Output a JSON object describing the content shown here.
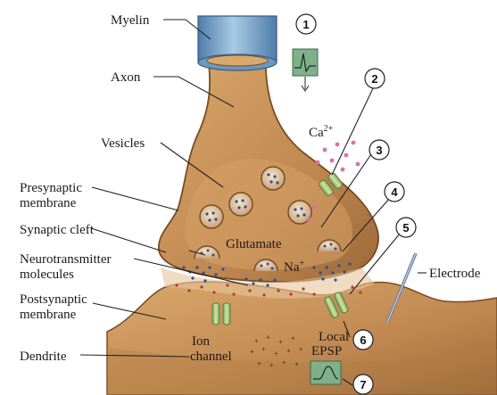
{
  "labels": {
    "myelin": "Myelin",
    "axon": "Axon",
    "vesicles": "Vesicles",
    "presynaptic_1": "Presynaptic",
    "presynaptic_2": "membrane",
    "synaptic_cleft": "Synaptic cleft",
    "neurotransmitter_1": "Neurotransmitter",
    "neurotransmitter_2": "molecules",
    "postsynaptic_1": "Postsynaptic",
    "postsynaptic_2": "membrane",
    "dendrite": "Dendrite",
    "glutamate": "Glutamate",
    "calcium": "Ca",
    "calcium_sup": "2+",
    "sodium": "Na",
    "sodium_sup": "+",
    "ion_channel_1": "Ion",
    "ion_channel_2": "channel",
    "electrode": "Electrode",
    "local_epsp_1": "Local",
    "local_epsp_2": "EPSP"
  },
  "steps": [
    "1",
    "2",
    "3",
    "4",
    "5",
    "6",
    "7"
  ],
  "colors": {
    "neuron": "#c8955a",
    "neuron_dark": "#8a5a2c",
    "myelin": "#7fa8c8",
    "channel": "#a8c87a",
    "signal_box": "#7fb08a",
    "molecule_blue": "#2a4e9a",
    "ion_red": "#c0303a",
    "calcium_pink": "#d870a8"
  }
}
